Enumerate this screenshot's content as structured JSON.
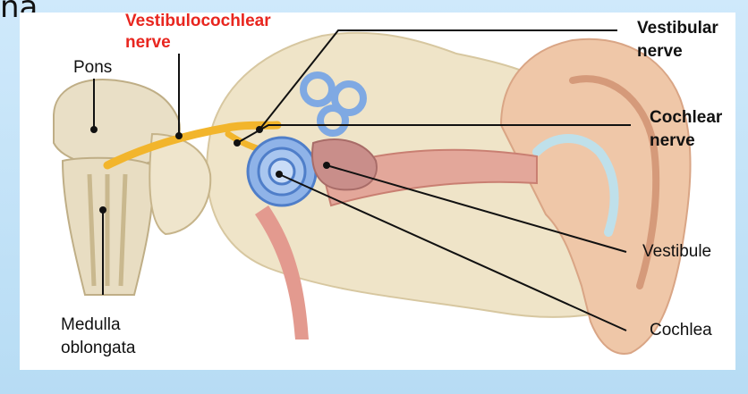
{
  "page": {
    "top_fragment": "na",
    "colors": {
      "background": "#bcdff5",
      "panel": "#ffffff",
      "highlight_label": "#e8261f",
      "nerve": "#f2b52c",
      "cochlea": "#7fa9e3",
      "bone": "#efe4c8",
      "ear": "#efc7a8"
    }
  },
  "labels": {
    "vestibulocochlear_line1": "Vestibulocochlear",
    "vestibulocochlear_line2": "nerve",
    "pons": "Pons",
    "vestibular_line1": "Vestibular",
    "vestibular_line2": "nerve",
    "cochlear_line1": "Cochlear",
    "cochlear_line2": "nerve",
    "vestibule": "Vestibule",
    "cochlea": "Cochlea",
    "medulla_line1": "Medulla",
    "medulla_line2": "oblongata"
  }
}
